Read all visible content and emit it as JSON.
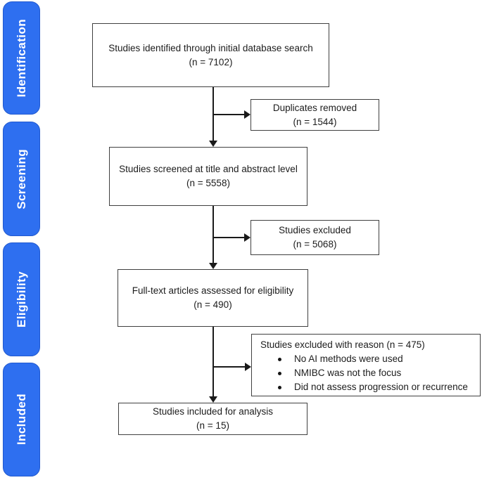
{
  "accent_color": "#2E6FF0",
  "stages": [
    {
      "label": "Identification"
    },
    {
      "label": "Screening"
    },
    {
      "label": "Eligibility"
    },
    {
      "label": "Included"
    }
  ],
  "flow": {
    "identified": {
      "line1": "Studies identified through initial database search",
      "line2": "(n = 7102)"
    },
    "duplicates": {
      "line1": "Duplicates removed",
      "line2": "(n = 1544)"
    },
    "screened": {
      "line1": "Studies screened at title and abstract level",
      "line2": "(n = 5558)"
    },
    "excluded": {
      "line1": "Studies excluded",
      "line2": "(n = 5068)"
    },
    "fulltext": {
      "line1": "Full-text articles assessed for eligibility",
      "line2": "(n = 490)"
    },
    "excluded_reason": {
      "title": "Studies excluded with reason (n = 475)",
      "bullets": [
        "No AI methods were used",
        "NMIBC was not the focus",
        "Did not assess progression or recurrence"
      ]
    },
    "included": {
      "line1": "Studies included for analysis",
      "line2": "(n = 15)"
    }
  }
}
